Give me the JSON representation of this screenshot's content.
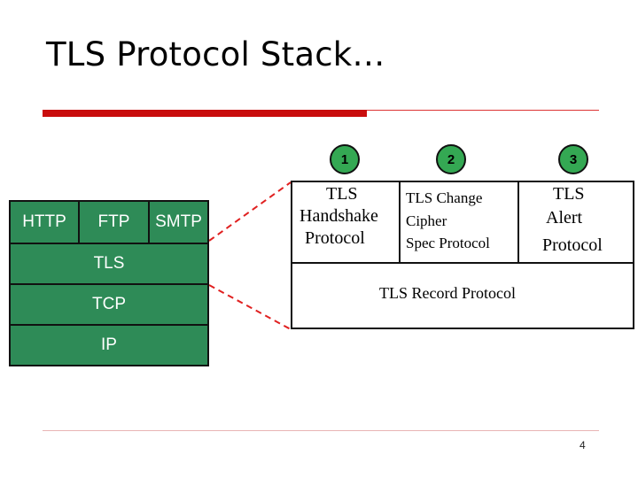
{
  "slide": {
    "title": "TLS Protocol Stack…",
    "page_number": "4"
  },
  "stack": {
    "app_protocols": [
      "HTTP",
      "FTP",
      "SMTP"
    ],
    "layers": [
      "TLS",
      "TCP",
      "IP"
    ],
    "fill_color": "#2e8b57"
  },
  "tls_detail": {
    "badges": [
      "1",
      "2",
      "3"
    ],
    "badge_color": "#34a853",
    "handshake": [
      "TLS",
      "Handshake",
      "Protocol"
    ],
    "change_cipher": [
      "TLS Change",
      "Cipher",
      "Spec Protocol"
    ],
    "alert": [
      "TLS",
      "Alert",
      "Protocol"
    ],
    "record": "TLS Record Protocol"
  }
}
